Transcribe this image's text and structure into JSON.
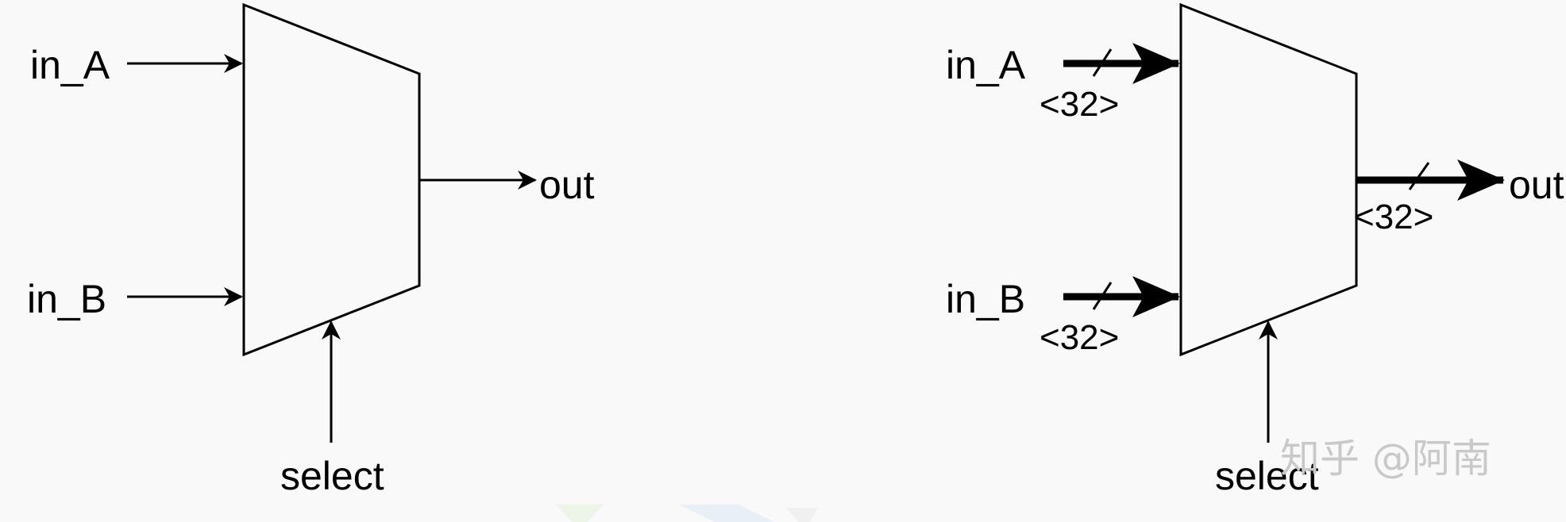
{
  "diagrams": [
    {
      "inputs": [
        {
          "label": "in_A"
        },
        {
          "label": "in_B"
        }
      ],
      "select_label": "select",
      "output_label": "out"
    },
    {
      "inputs": [
        {
          "label": "in_A",
          "width": "<32>"
        },
        {
          "label": "in_B",
          "width": "<32>"
        }
      ],
      "select_label": "select",
      "output_label": "out",
      "output_width": "<32>"
    }
  ],
  "watermark": "知乎 @阿南"
}
